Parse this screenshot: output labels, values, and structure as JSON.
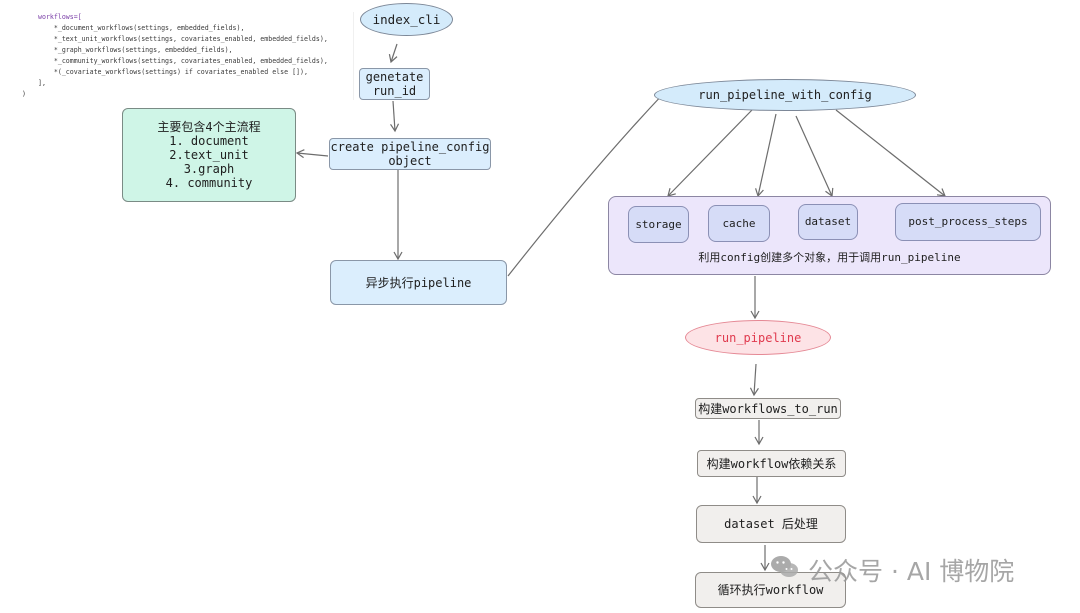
{
  "code": {
    "lines": [
      "workflows=[",
      "    *_document_workflows(settings, embedded_fields),",
      "    *_text_unit_workflows(settings, covariates_enabled, embedded_fields),",
      "    *_graph_workflows(settings, embedded_fields),",
      "    *_community_workflows(settings, covariates_enabled, embedded_fields),",
      "    *(_covariate_workflows(settings) if covariates_enabled else []),",
      "],",
      ")"
    ]
  },
  "nodes": {
    "index_cli": "index_cli",
    "generate_run_id": "genetate\nrun_id",
    "create_config": "create pipeline_config\nobject",
    "main_flows": "主要包含4个主流程\n1. document\n2.text_unit\n3.graph\n4. community",
    "async_pipeline": "异步执行pipeline",
    "run_pipeline_with_config": "run_pipeline_with_config",
    "storage": "storage",
    "cache": "cache",
    "dataset": "dataset",
    "post_process_steps": "post_process_steps",
    "config_objects_caption": "利用config创建多个对象，用于调用run_pipeline",
    "run_pipeline": "run_pipeline",
    "build_workflows_to_run": "构建workflows_to_run",
    "build_workflow_deps": "构建workflow依赖关系",
    "dataset_postprocess": "dataset 后处理",
    "loop_workflow": "循环执行workflow"
  },
  "watermark": {
    "text": "公众号 · AI 博物院",
    "icon": "wechat-icon"
  },
  "colors": {
    "blue_fill": "#dbeefd",
    "green_fill": "#cff5e7",
    "purple_fill": "#ece6fb",
    "pink_stroke": "#e58995",
    "arrow": "#6d6d6d"
  }
}
